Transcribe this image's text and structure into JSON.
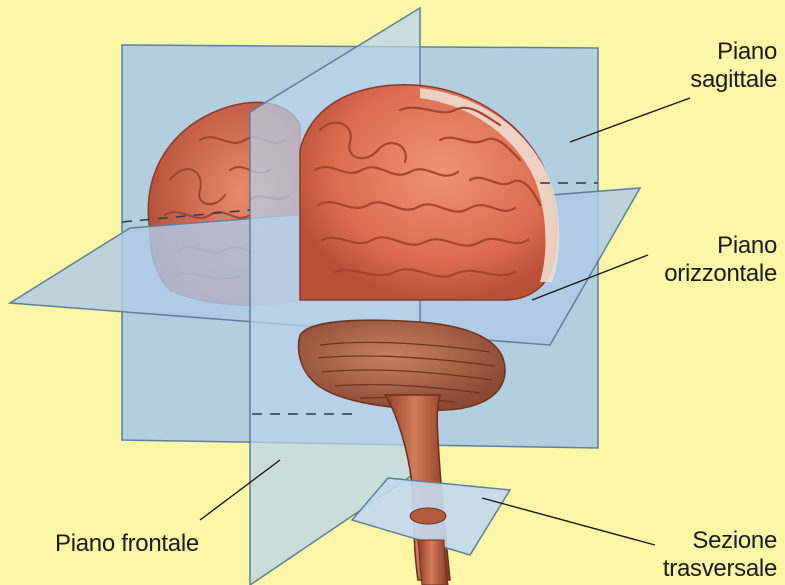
{
  "labels": {
    "sagittale": {
      "line1": "Piano",
      "line2": "sagittale"
    },
    "orizzontale": {
      "line1": "Piano",
      "line2": "orizzontale"
    },
    "frontale": {
      "line1": "Piano frontale"
    },
    "trasversale": {
      "line1": "Sezione",
      "line2": "trasversale"
    }
  },
  "colors": {
    "background": "#fbf7a6",
    "plane": "#a9c8e6",
    "brain": "#e2775b",
    "brain_shadow": "#b9503a",
    "cerebellum": "#b86a4e",
    "white_matter": "#f0d9cf"
  }
}
